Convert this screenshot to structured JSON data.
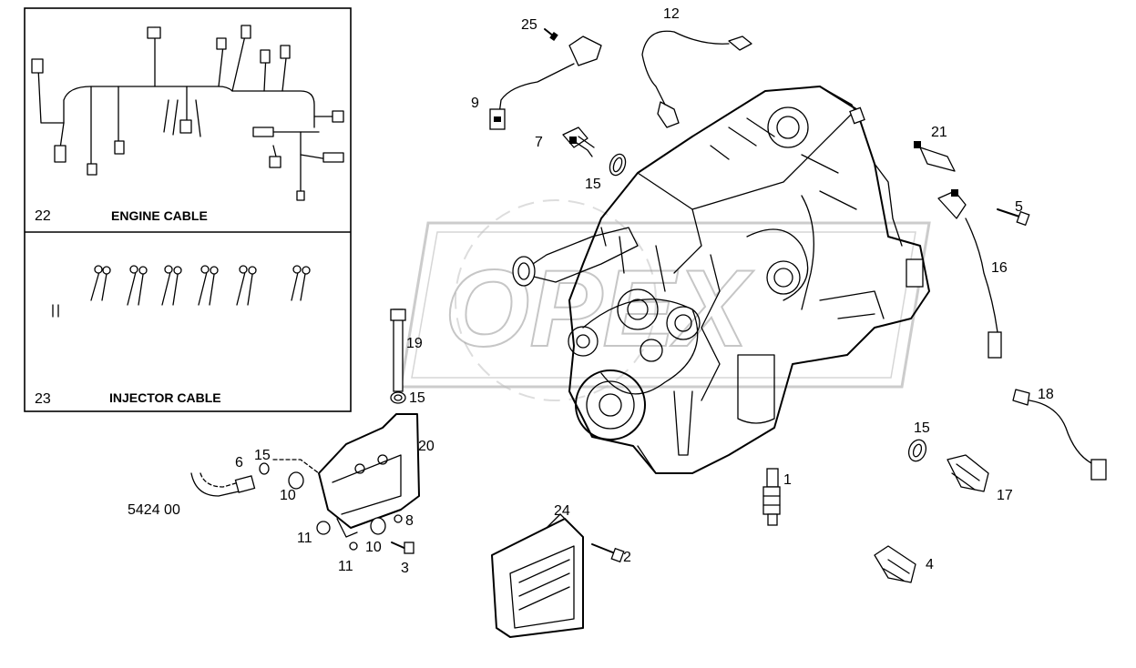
{
  "insets": {
    "engine": {
      "number": "22",
      "title": "ENGINE CABLE"
    },
    "injector": {
      "number": "23",
      "title": "INJECTOR CABLE"
    }
  },
  "watermark": "OPEX",
  "reference_code": "5424 00",
  "callouts": {
    "c1": "1",
    "c2": "2",
    "c3": "3",
    "c4": "4",
    "c5": "5",
    "c6": "6",
    "c7": "7",
    "c8": "8",
    "c9": "9",
    "c10a": "10",
    "c10b": "10",
    "c11a": "11",
    "c11b": "11",
    "c12": "12",
    "c15a": "15",
    "c15b": "15",
    "c15c": "15",
    "c15d": "15",
    "c16": "16",
    "c17": "17",
    "c18": "18",
    "c19": "19",
    "c20": "20",
    "c21": "21",
    "c24": "24",
    "c25": "25"
  }
}
